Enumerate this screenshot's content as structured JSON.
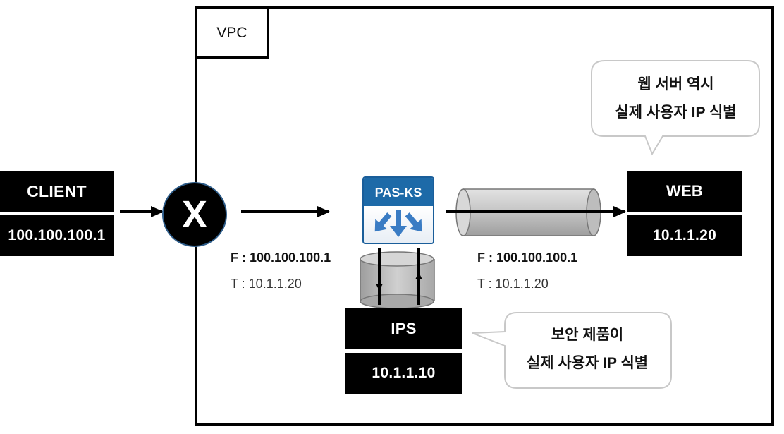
{
  "vpc": {
    "label": "VPC"
  },
  "client": {
    "label": "CLIENT",
    "ip": "100.100.100.1"
  },
  "blocked_node": {
    "symbol": "X"
  },
  "pas_ks": {
    "label": "PAS-KS"
  },
  "web": {
    "label": "WEB",
    "ip": "10.1.1.20"
  },
  "ips": {
    "label": "IPS",
    "ip": "10.1.1.10"
  },
  "flow_in": {
    "from": "F : 100.100.100.1",
    "to": "T : 10.1.1.20"
  },
  "flow_out": {
    "from": "F : 100.100.100.1",
    "to": "T : 10.1.1.20"
  },
  "callout_web": {
    "line1": "웹 서버 역시",
    "line2": "실제 사용자 IP 식별"
  },
  "callout_ips": {
    "line1": "보안 제품이",
    "line2": "실제 사용자 IP 식별"
  },
  "colors": {
    "box_fill": "#000000",
    "box_text": "#ffffff",
    "pas_ks_header": "#1d6aa8",
    "icon_arrows": "#3a7cc4",
    "tunnel_fill": "#c8c8c8",
    "bubble_border": "#c8c8c8"
  }
}
